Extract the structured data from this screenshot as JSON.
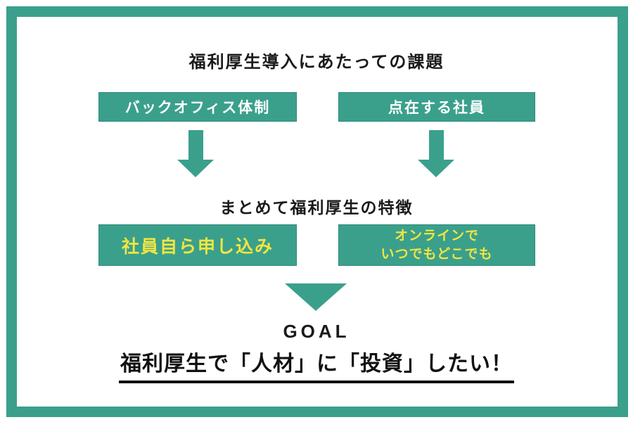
{
  "colors": {
    "green": "#3AA08C",
    "yellow": "#F3E53F",
    "ink": "#1A1A1A",
    "background": "#FFFFFF"
  },
  "title": "福利厚生導入にあたっての課題",
  "challenges": [
    {
      "label": "バックオフィス体制"
    },
    {
      "label": "点在する社員"
    }
  ],
  "middle_heading": "まとめて福利厚生の特徴",
  "features": [
    {
      "label": "社員自ら申し込み"
    },
    {
      "line1": "オンラインで",
      "line2": "いつでもどこでも"
    }
  ],
  "goal": {
    "label": "GOAL",
    "headline": "福利厚生で「人材」に「投資」したい！"
  }
}
